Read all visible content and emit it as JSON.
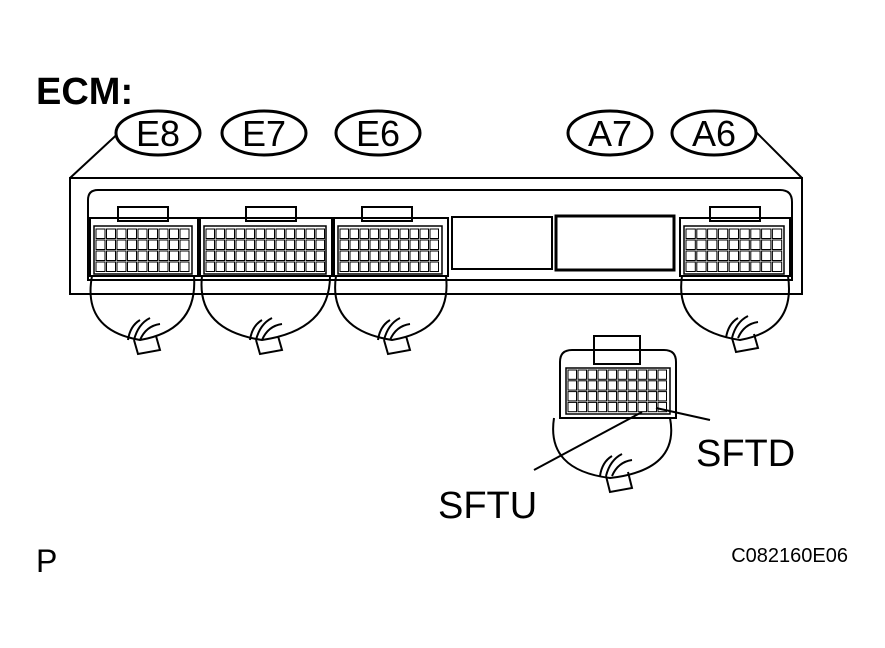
{
  "title": "ECM:",
  "connectors": [
    "E8",
    "E7",
    "E6",
    "A7",
    "A6"
  ],
  "pins": {
    "sftu": "SFTU",
    "sftd": "SFTD"
  },
  "footer": {
    "left": "P",
    "code": "C082160E06"
  }
}
